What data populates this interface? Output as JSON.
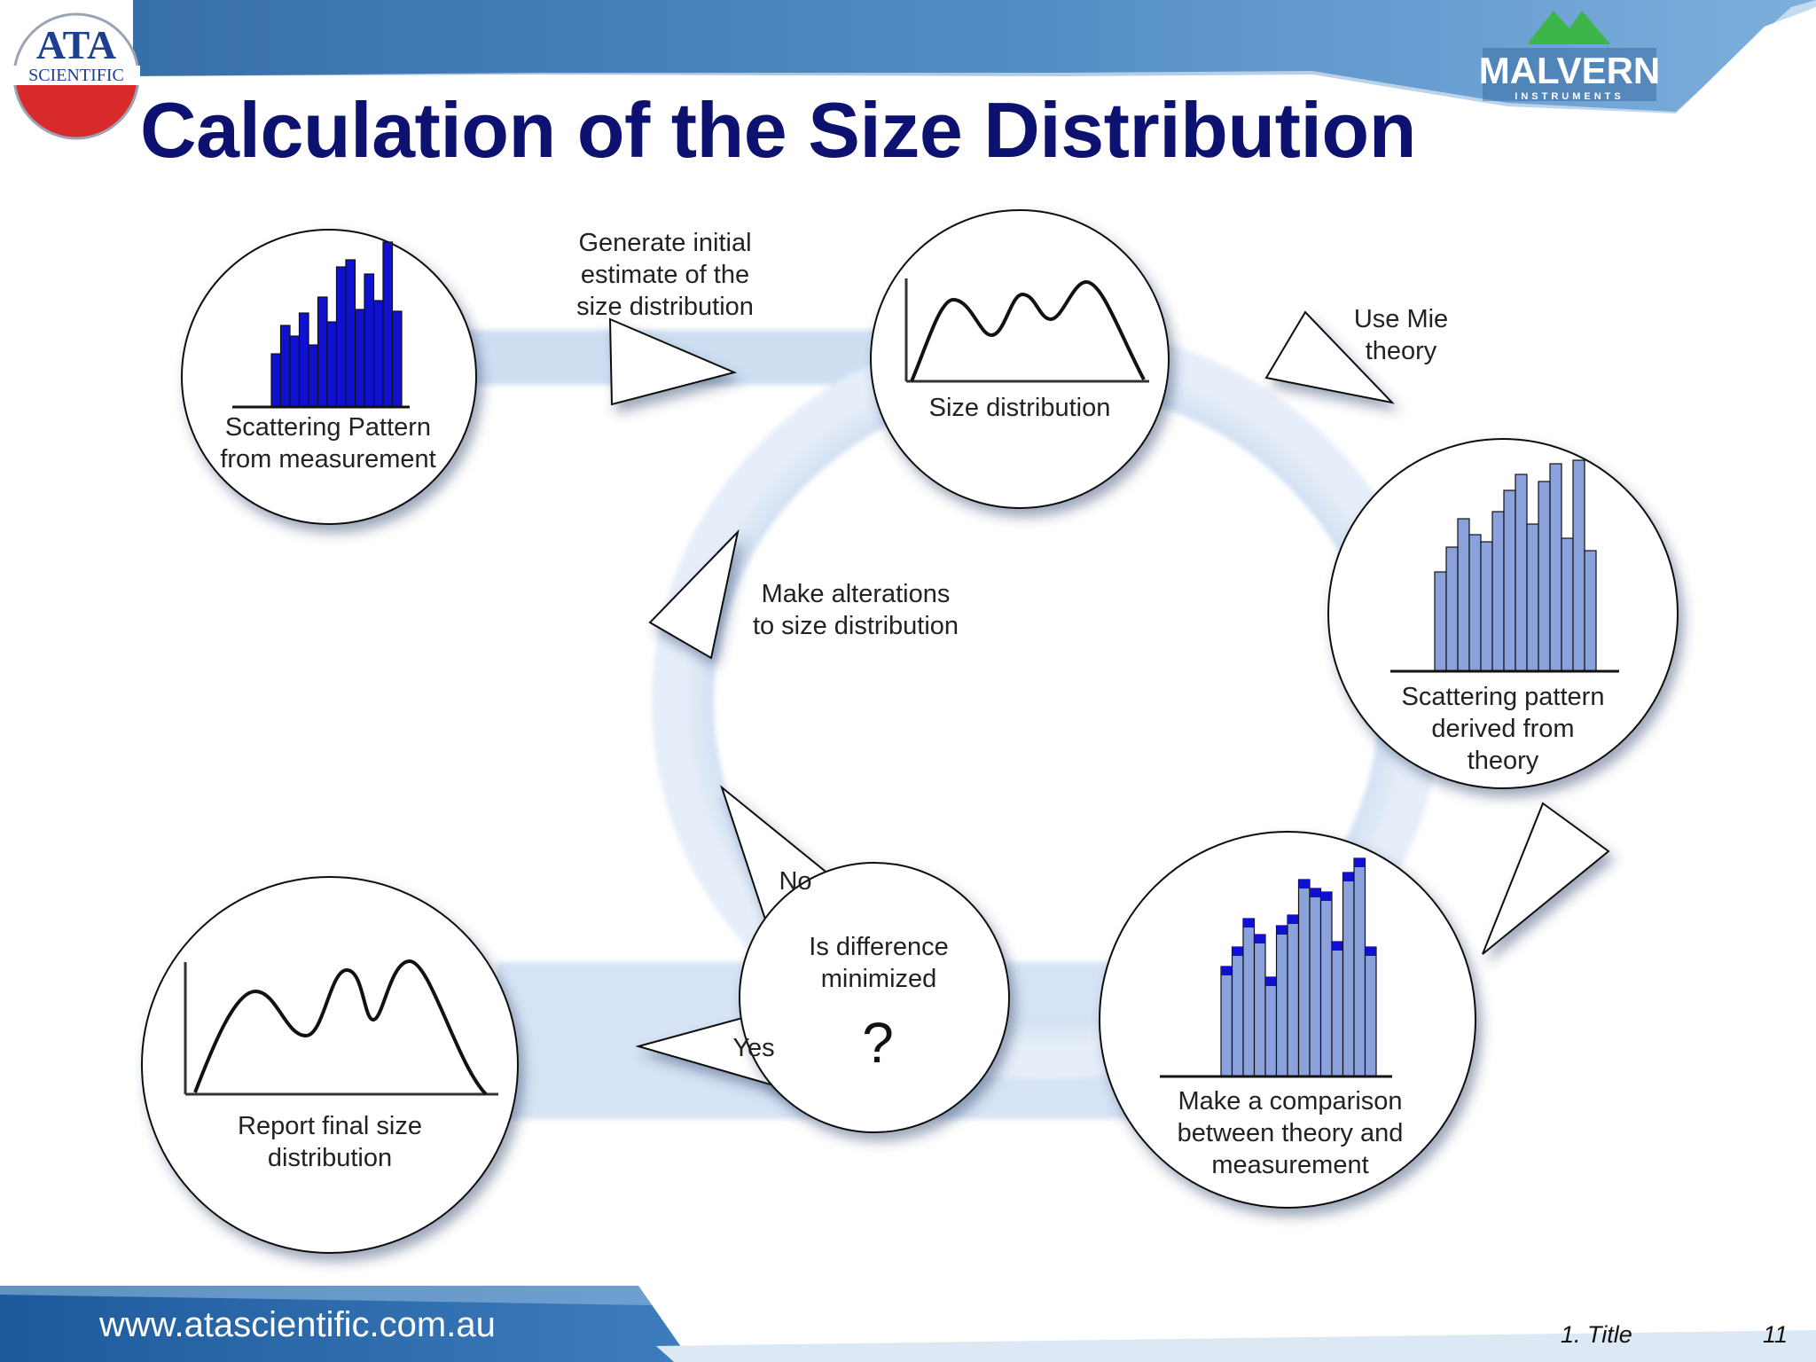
{
  "slide": {
    "title": "Calculation of the Size Distribution",
    "footer_url": "www.atascientific.com.au",
    "footer_section": "1. Title",
    "page_number": "11"
  },
  "logos": {
    "ata_line1": "ATA",
    "ata_line2": "SCIENTIFIC",
    "malvern_word": "MALVERN",
    "malvern_sub": "INSTRUMENTS"
  },
  "nodes": {
    "scattering_measured": "Scattering Pattern\nfrom measurement",
    "size_distribution": "Size distribution",
    "scattering_theory": "Scattering pattern\nderived from\ntheory",
    "comparison": "Make a comparison\nbetween theory and\nmeasurement",
    "difference": "Is difference\nminimized",
    "difference_mark": "?",
    "report": "Report final size\ndistribution"
  },
  "arrows": {
    "generate_estimate": "Generate initial\nestimate of the\nsize distribution",
    "use_mie": "Use Mie\ntheory",
    "make_alterations": "Make alterations\nto size distribution",
    "no": "No",
    "yes": "Yes"
  },
  "colors": {
    "title": "#0d1270",
    "banner_blue": "#1f5c9c",
    "flow_band": "#d3e1f3",
    "bar_dark": "#1010d0",
    "bar_light": "#8aa1dc"
  }
}
